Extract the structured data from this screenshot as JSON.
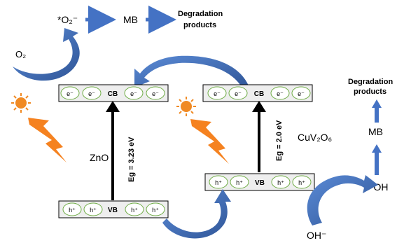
{
  "top_chain": {
    "superoxide": "*O₂⁻",
    "mb": "MB",
    "products_line1": "Degradation",
    "products_line2": "products"
  },
  "o2": "O₂",
  "zno": {
    "name": "ZnO",
    "cb_label": "CB",
    "vb_label": "VB",
    "electron": "e⁻",
    "hole": "h⁺",
    "bandgap": "Eg = 3.23 eV"
  },
  "cuv2o6": {
    "name": "CuV₂O₆",
    "cb_label": "CB",
    "vb_label": "VB",
    "electron": "e⁻",
    "hole": "h⁺",
    "bandgap": "Eg = 2.0 eV"
  },
  "right_chain": {
    "products_line1": "Degradation",
    "products_line2": "products",
    "mb": "MB",
    "hydroxyl": "*OH",
    "hydroxide": "OH⁻"
  },
  "colors": {
    "arrow_blue": "#4472C4",
    "arrow_dark": "#2F5597",
    "sun_orange": "#F08A24",
    "bolt_orange": "#F58220",
    "circle_green": "#70AD47",
    "band_fill": "#EEEEEE"
  }
}
